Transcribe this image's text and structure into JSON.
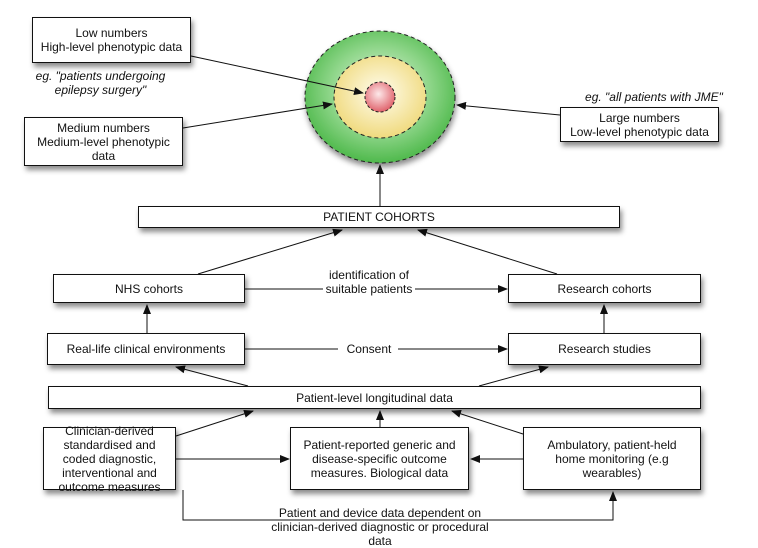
{
  "target": {
    "low": {
      "line1": "Low numbers",
      "line2": "High-level phenotypic data",
      "example": "eg. \"patients undergoing epilepsy surgery\""
    },
    "medium": {
      "line1": "Medium numbers",
      "line2": "Medium-level phenotypic data"
    },
    "large": {
      "line1": "Large numbers",
      "line2": "Low-level phenotypic data",
      "example": "eg. \"all patients with JME\""
    },
    "colors": {
      "outer": "#5cc25c",
      "middle": "#f3e08a",
      "inner": "#e8727a"
    }
  },
  "patient_cohorts": "PATIENT COHORTS",
  "nhs_cohorts": "NHS cohorts",
  "research_cohorts": "Research cohorts",
  "identification_label": "identification of suitable patients",
  "real_life": "Real-life clinical environments",
  "research_studies": "Research studies",
  "consent_label": "Consent",
  "longitudinal": "Patient-level longitudinal data",
  "clinician_derived": "Clinician-derived standardised and coded diagnostic, interventional and outcome measures",
  "patient_reported": "Patient-reported generic and disease-specific outcome measures. Biological data",
  "ambulatory": "Ambulatory, patient-held home monitoring (e.g wearables)",
  "dependency_label": "Patient and device data dependent on clinician-derived diagnostic or procedural data"
}
